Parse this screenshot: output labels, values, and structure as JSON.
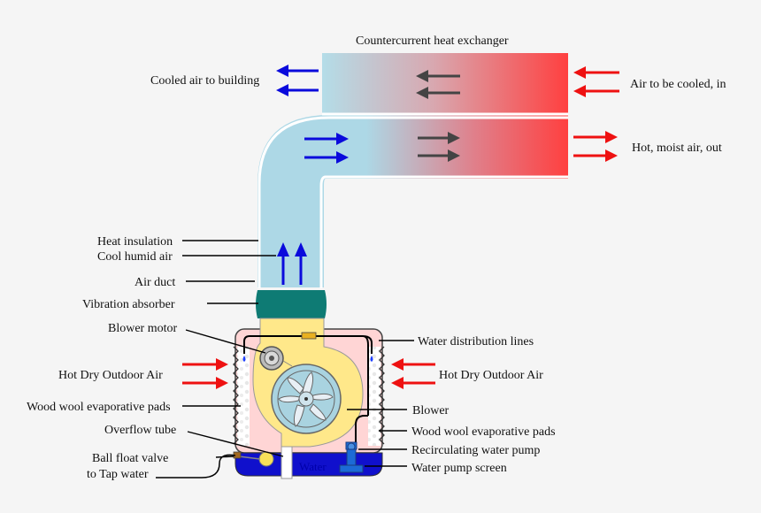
{
  "labels": {
    "heat_exchanger": "Countercurrent heat exchanger",
    "cooled_air": "Cooled air to building",
    "air_in": "Air to be cooled, in",
    "hot_moist": "Hot, moist air, out",
    "heat_insulation": "Heat insulation",
    "cool_humid": "Cool humid air",
    "air_duct": "Air duct",
    "vibration_absorber": "Vibration absorber",
    "blower_motor": "Blower motor",
    "water_distribution": "Water distribution lines",
    "hot_dry_left": "Hot Dry Outdoor Air",
    "hot_dry_right": "Hot Dry Outdoor Air",
    "pads_left": "Wood wool evaporative pads",
    "blower": "Blower",
    "pads_right": "Wood wool evaporative pads",
    "overflow": "Overflow tube",
    "pump": "Recirculating water pump",
    "ball_float": "Ball float valve",
    "tap_water": "to Tap water",
    "pump_screen": "Water pump screen",
    "water": "Water"
  },
  "colors": {
    "duct": "#add8e6",
    "hot": "#ff4444",
    "housing": "#ffd5d5",
    "blower_body": "#ffe88a",
    "absorber": "#0e7b74",
    "water": "#1010cc",
    "arrow_blue": "#0a0adc",
    "arrow_red": "#ee1111",
    "arrow_gray": "#444444"
  }
}
